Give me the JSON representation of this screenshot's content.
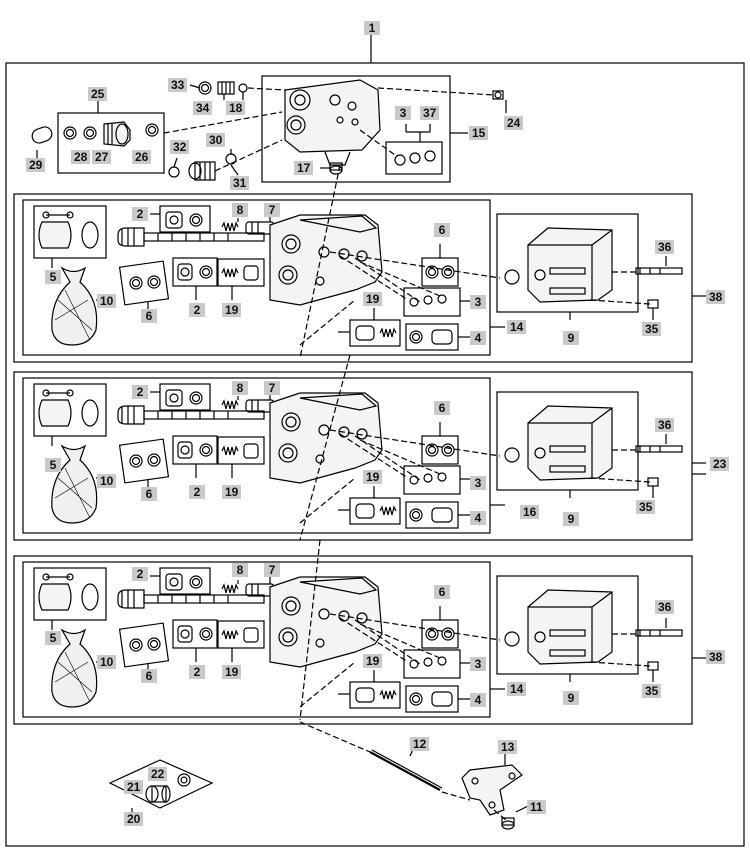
{
  "diagram": {
    "labels": [
      "1",
      "2",
      "3",
      "4",
      "5",
      "6",
      "7",
      "8",
      "9",
      "10",
      "11",
      "12",
      "13",
      "14",
      "15",
      "16",
      "17",
      "18",
      "19",
      "20",
      "21",
      "22",
      "23",
      "24",
      "25",
      "26",
      "27",
      "28",
      "29",
      "30",
      "31",
      "32",
      "33",
      "34",
      "35",
      "36",
      "37",
      "38"
    ]
  }
}
